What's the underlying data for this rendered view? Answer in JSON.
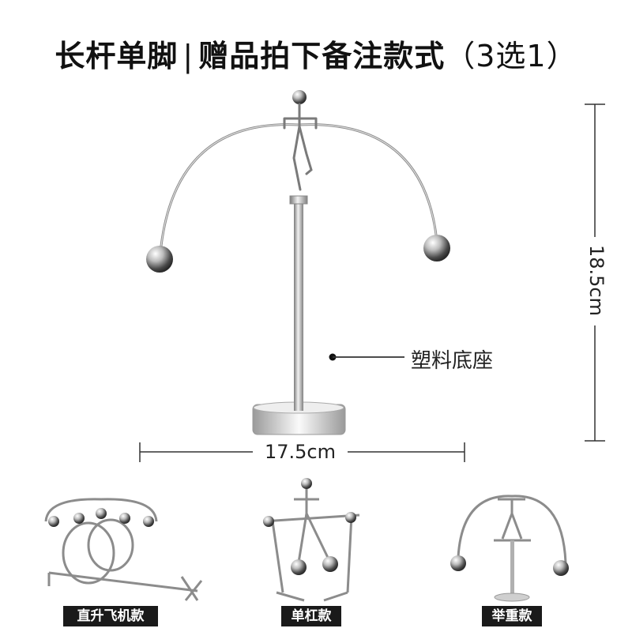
{
  "title": {
    "main": "长杆单脚",
    "separator": "|",
    "sub": "赠品拍下备注款式",
    "choice": "（3选1）"
  },
  "dimensions": {
    "height": "18.5cm",
    "width": "17.5cm"
  },
  "callout": "塑料底座",
  "variants": [
    {
      "label": "直升飞机款"
    },
    {
      "label": "单杠款"
    },
    {
      "label": "举重款"
    }
  ],
  "colors": {
    "chrome": "#c8c8c8",
    "chrome_dark": "#6e6e6e",
    "label_bg": "#1a1a1a",
    "text": "#111111"
  }
}
